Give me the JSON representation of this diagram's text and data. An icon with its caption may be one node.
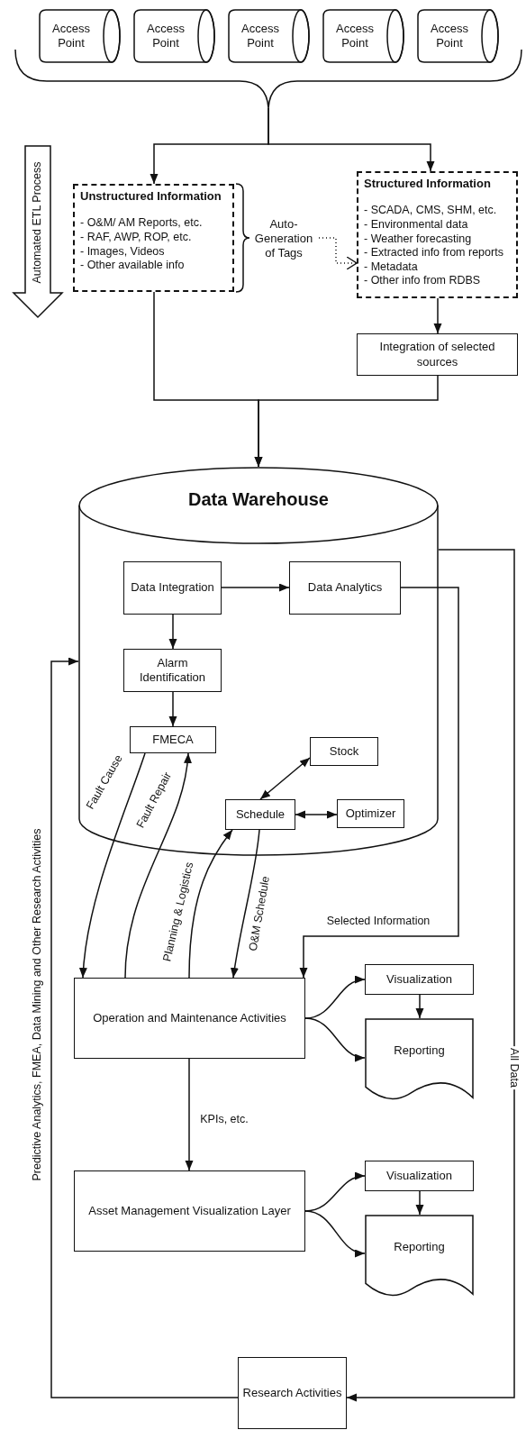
{
  "diagram": {
    "nodes": [
      {
        "text": [
          "Access Point"
        ]
      },
      {
        "text": [
          "Access Point"
        ]
      },
      {
        "text": [
          "Access Point"
        ]
      },
      {
        "text": [
          "Access Point"
        ]
      },
      {
        "text": [
          "Access Point"
        ]
      },
      {
        "text": [
          "Automated ETL Process"
        ]
      },
      {
        "text": [
          "Unstructured Information",
          "- O&M/ AM Reports, etc.",
          "- RAF, AWP, ROP, etc.",
          "- Images, Videos",
          "- Other available info"
        ]
      },
      {
        "text": [
          "Auto-Generation of Tags"
        ]
      },
      {
        "text": [
          "Structured Information",
          "- SCADA, CMS, SHM, etc.",
          "- Environmental data",
          "- Weather forecasting",
          "- Extracted info from reports",
          "- Metadata",
          "- Other info from RDBS"
        ]
      },
      {
        "text": [
          "Integration of selected sources"
        ]
      },
      {
        "text": [
          "Data Warehouse"
        ]
      },
      {
        "text": [
          "Data Integration"
        ],
        "in": 10
      },
      {
        "text": [
          "Data Analytics"
        ],
        "in": 10
      },
      {
        "text": [
          "Alarm Identification"
        ],
        "in": 10
      },
      {
        "text": [
          "FMECA"
        ],
        "in": 10
      },
      {
        "text": [
          "Stock"
        ],
        "in": 10
      },
      {
        "text": [
          "Schedule"
        ],
        "in": 10
      },
      {
        "text": [
          "Optimizer"
        ],
        "in": 10
      },
      {
        "text": [
          "Operation and Maintenance Activities"
        ]
      },
      {
        "text": [
          "Visualization"
        ]
      },
      {
        "text": [
          "Reporting"
        ]
      },
      {
        "text": [
          "Asset Management Visualization Layer"
        ]
      },
      {
        "text": [
          "Visualization"
        ]
      },
      {
        "text": [
          "Reporting"
        ]
      },
      {
        "text": [
          "Research Activities"
        ]
      },
      {
        "text": [],
        "shape": "brace"
      }
    ],
    "edges": [
      {
        "from": 25,
        "to": 6,
        "arrow": "to"
      },
      {
        "from": 25,
        "to": 8,
        "arrow": "to"
      },
      {
        "from": 7,
        "to": 8,
        "arrow": "to",
        "style": "dashed"
      },
      {
        "from": 8,
        "to": 9,
        "arrow": "to"
      },
      {
        "from": 6,
        "to": 10,
        "arrow": "to"
      },
      {
        "from": 9,
        "to": 10,
        "arrow": "to"
      },
      {
        "from": 11,
        "to": 12,
        "arrow": "to"
      },
      {
        "from": 11,
        "to": 13,
        "arrow": "to"
      },
      {
        "from": 13,
        "to": 14,
        "arrow": "to"
      },
      {
        "from": 16,
        "to": 15,
        "arrow": "both"
      },
      {
        "from": 16,
        "to": 17,
        "arrow": "both"
      },
      {
        "from": 12,
        "to": 18,
        "arrow": "to",
        "label": "Selected Information"
      },
      {
        "from": 14,
        "to": 18,
        "arrow": "to",
        "label": "Fault Cause"
      },
      {
        "from": 18,
        "to": 14,
        "arrow": "to",
        "label": "Fault Repair"
      },
      {
        "from": 18,
        "to": 16,
        "arrow": "to",
        "label": "Planning & Logistics"
      },
      {
        "from": 16,
        "to": 18,
        "arrow": "to",
        "label": "O&M Schedule"
      },
      {
        "from": 18,
        "to": 19,
        "arrow": "to"
      },
      {
        "from": 18,
        "to": 20,
        "arrow": "to"
      },
      {
        "from": 19,
        "to": 20,
        "arrow": "to"
      },
      {
        "from": 18,
        "to": 21,
        "arrow": "to",
        "label": "KPIs, etc."
      },
      {
        "from": 21,
        "to": 22,
        "arrow": "to"
      },
      {
        "from": 21,
        "to": 23,
        "arrow": "to"
      },
      {
        "from": 22,
        "to": 23,
        "arrow": "to"
      },
      {
        "from": 10,
        "to": 24,
        "arrow": "to",
        "label": "All Data"
      },
      {
        "from": 24,
        "to": 10,
        "arrow": "to",
        "label": "Predictive Analytics, FMEA, Data Mining and Other Research Activities"
      }
    ]
  }
}
